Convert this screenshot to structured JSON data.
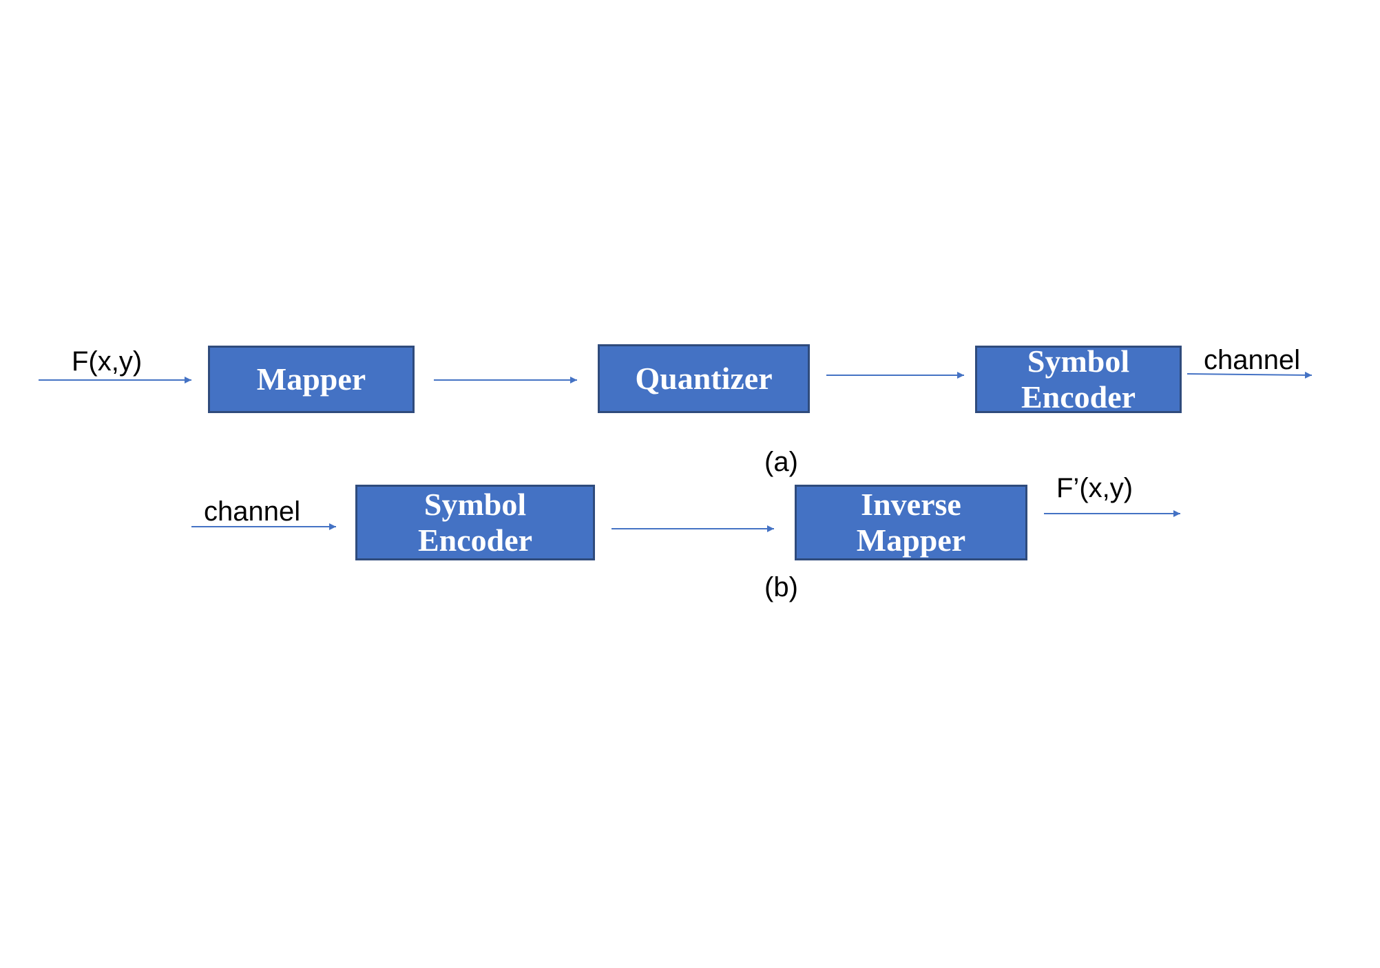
{
  "encoder": {
    "input_label": "F(x,y)",
    "blocks": [
      {
        "lines": [
          "Mapper"
        ]
      },
      {
        "lines": [
          "Quantizer"
        ]
      },
      {
        "lines": [
          "Symbol",
          "Encoder"
        ]
      }
    ],
    "output_label": "channel",
    "caption": "(a)"
  },
  "decoder": {
    "input_label": "channel",
    "blocks": [
      {
        "lines": [
          "Symbol",
          "Encoder"
        ]
      },
      {
        "lines": [
          "Inverse",
          "Mapper"
        ]
      }
    ],
    "output_label": "F’(x,y)",
    "caption": "(b)"
  },
  "colors": {
    "block_fill": "#4472c4",
    "block_border": "#2f4b7c",
    "arrow": "#4472c4",
    "block_text": "#ffffff",
    "label_text": "#000000"
  }
}
